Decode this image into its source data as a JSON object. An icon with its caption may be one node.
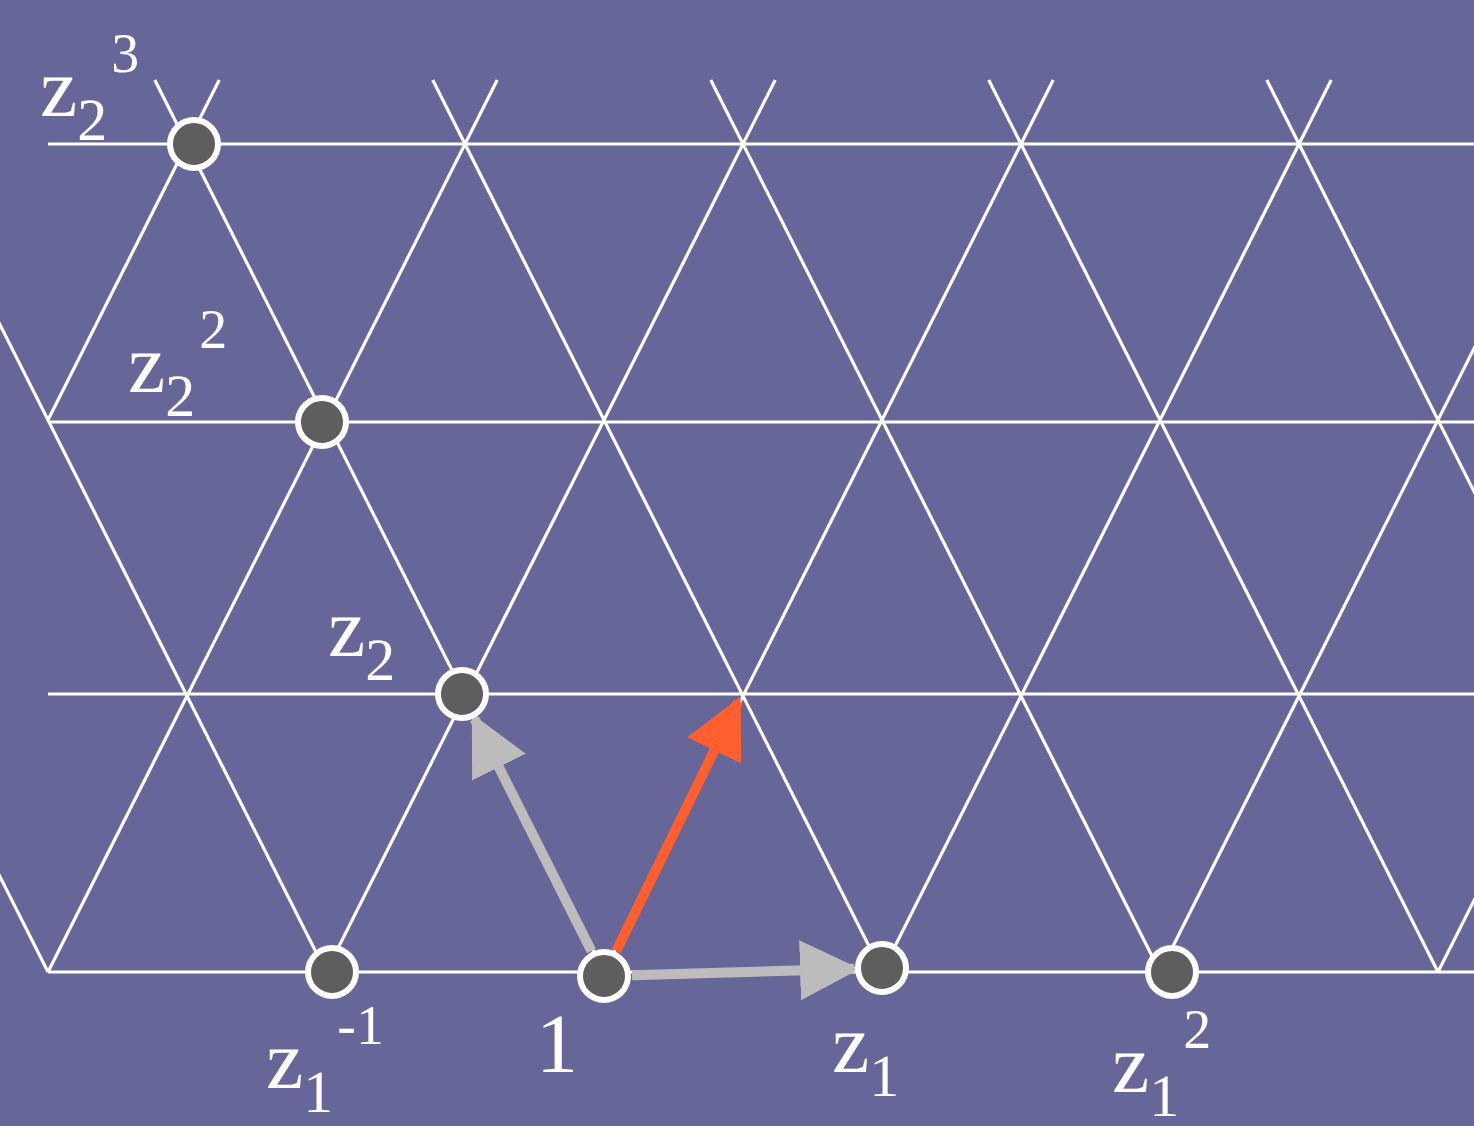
{
  "diagram": {
    "nodes": [
      {
        "text": [
          "z$_{2}$$^{3}$"
        ]
      },
      {
        "text": [
          "z$_{2}$$^{2}$"
        ]
      },
      {
        "text": [
          "z$_{2}$"
        ]
      },
      {
        "text": [
          "z$_{1}$$^{-1}$"
        ]
      },
      {
        "text": [
          "1"
        ]
      },
      {
        "text": [
          "z$_{1}$"
        ]
      },
      {
        "text": [
          "z$_{1}$$^{2}$"
        ]
      }
    ],
    "edges": [
      {
        "from": 4,
        "to": 2,
        "arrow": "to"
      },
      {
        "from": 4,
        "to": 5,
        "arrow": "to"
      },
      {
        "from": 4,
        "to": null,
        "arrow": "to",
        "color": "#ff5f2e"
      }
    ]
  }
}
